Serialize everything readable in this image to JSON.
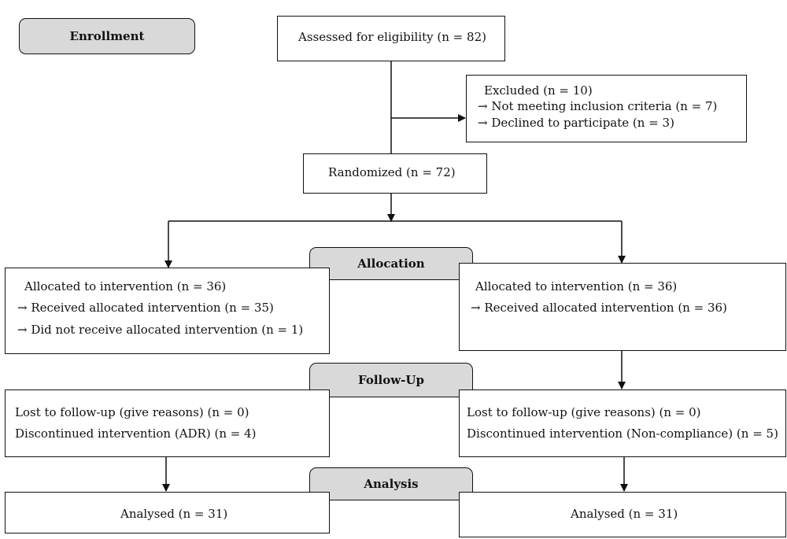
{
  "stages": {
    "enrollment": "Enrollment",
    "allocation": "Allocation",
    "follow_up": "Follow-Up",
    "analysis": "Analysis"
  },
  "assessed": "Assessed for eligibility (n = 82)",
  "excluded": {
    "title": "Excluded (n = 10)",
    "items": [
      "→ Not meeting inclusion criteria (n = 7)",
      "→ Declined to participate (n = 3)"
    ]
  },
  "randomized": "Randomized (n = 72)",
  "left": {
    "allocated": "Allocated to intervention (n = 36)",
    "received": "→  Received allocated intervention (n = 35)",
    "not_received": "→  Did not receive allocated intervention (n = 1)",
    "lost": "Lost to follow-up (give reasons) (n = 0)",
    "discontinued": "Discontinued intervention (ADR) (n = 4)",
    "analysed": "Analysed (n = 31)"
  },
  "right": {
    "allocated": "Allocated to intervention (n = 36)",
    "received": "→ Received allocated intervention (n = 36)",
    "lost": "Lost to follow-up (give reasons) (n = 0)",
    "discontinued": "Discontinued intervention (Non-compliance) (n = 5)",
    "analysed": "Analysed (n = 31)"
  }
}
